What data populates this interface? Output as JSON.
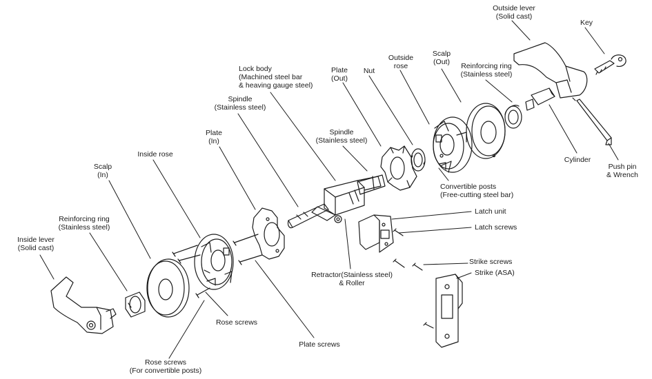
{
  "labels": {
    "outside_lever": {
      "line1": "Outside lever",
      "line2": "(Solid cast)"
    },
    "key": {
      "line1": "Key"
    },
    "scalp_out": {
      "line1": "Scalp",
      "line2": "(Out)"
    },
    "reinforcing_ring_out": {
      "line1": "Reinforcing ring",
      "line2": "(Stainless steel)"
    },
    "outside_rose": {
      "line1": "Outside",
      "line2": "rose"
    },
    "nut": {
      "line1": "Nut"
    },
    "plate_out": {
      "line1": "Plate",
      "line2": "(Out)"
    },
    "lock_body": {
      "line1": "Lock body",
      "line2": "(Machined steel bar",
      "line3": "& heaving gauge steel)"
    },
    "spindle_top": {
      "line1": "Spindle",
      "line2": "(Stainless steel)"
    },
    "spindle_mid": {
      "line1": "Spindle",
      "line2": "(Stainless steel)"
    },
    "plate_in": {
      "line1": "Plate",
      "line2": "(In)"
    },
    "inside_rose": {
      "line1": "Inside rose"
    },
    "scalp_in": {
      "line1": "Scalp",
      "line2": "(In)"
    },
    "reinforcing_ring_in": {
      "line1": "Reinforcing ring",
      "line2": "(Stainless steel)"
    },
    "inside_lever": {
      "line1": "Inside lever",
      "line2": "(Solid cast)"
    },
    "cylinder": {
      "line1": "Cylinder"
    },
    "push_pin": {
      "line1": "Push pin",
      "line2": "& Wrench"
    },
    "convertible_posts": {
      "line1": "Convertible posts",
      "line2": "(Free-cutting steel bar)"
    },
    "latch_unit": {
      "line1": "Latch unit"
    },
    "latch_screws": {
      "line1": "Latch screws"
    },
    "strike_screws": {
      "line1": "Strike screws"
    },
    "strike": {
      "line1": "Strike (ASA)"
    },
    "retractor": {
      "line1": "Retractor(Stainless steel)",
      "line2": "& Roller"
    },
    "rose_screws": {
      "line1": "Rose screws"
    },
    "plate_screws": {
      "line1": "Plate screws"
    },
    "rose_screws_posts": {
      "line1": "Rose screws",
      "line2": "(For convertible posts)"
    }
  }
}
